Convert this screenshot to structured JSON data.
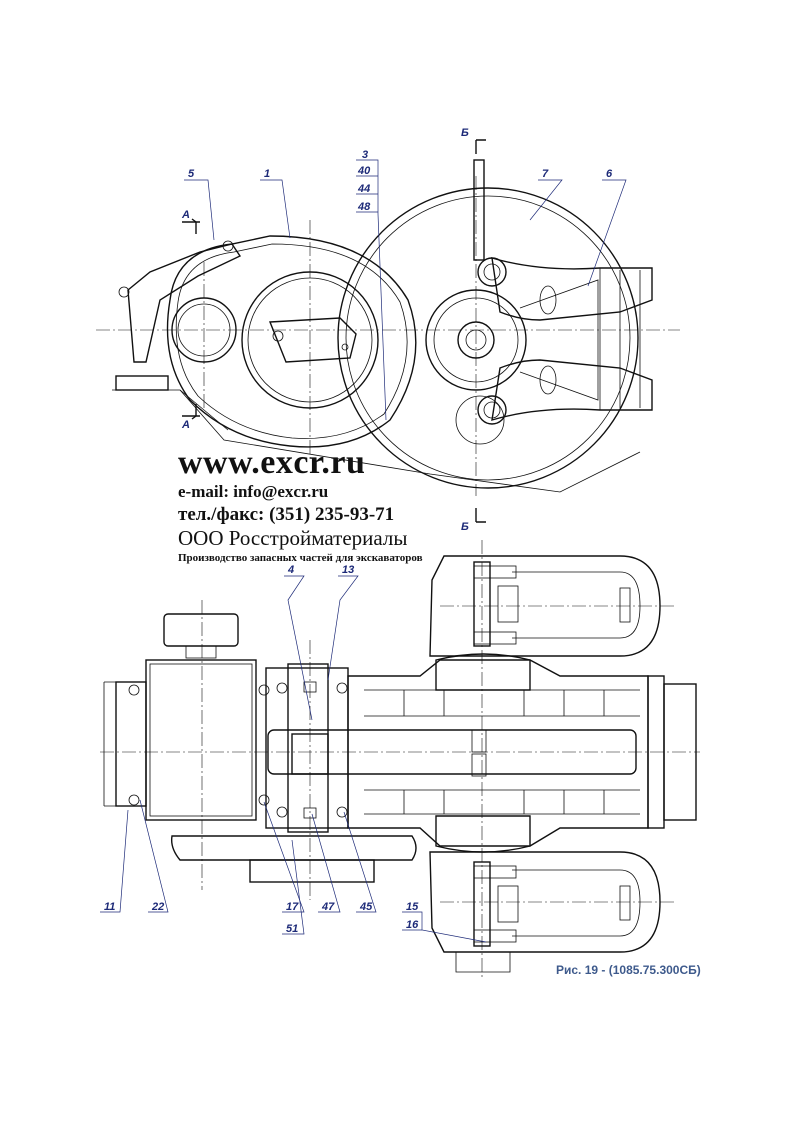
{
  "watermark": {
    "url": "www.excr.ru",
    "email": "e-mail: info@excr.ru",
    "phone": "тел./факс: (351) 235-93-71",
    "company": "ООО Росстройматериалы",
    "tagline": "Производство запасных частей для экскаваторов"
  },
  "caption": "Рис. 19 - (1085.75.300СБ)",
  "section_marks": {
    "a": "А",
    "b": "Б"
  },
  "callouts": {
    "top": [
      "5",
      "1",
      "3",
      "40",
      "44",
      "48",
      "7",
      "6"
    ],
    "bottom_upper": [
      "4",
      "13"
    ],
    "bottom_lower": [
      "11",
      "22",
      "17",
      "51",
      "47",
      "45",
      "15",
      "16"
    ]
  },
  "colors": {
    "line": "#111111",
    "label": "#1d2a78",
    "caption": "#3e5a8c"
  }
}
